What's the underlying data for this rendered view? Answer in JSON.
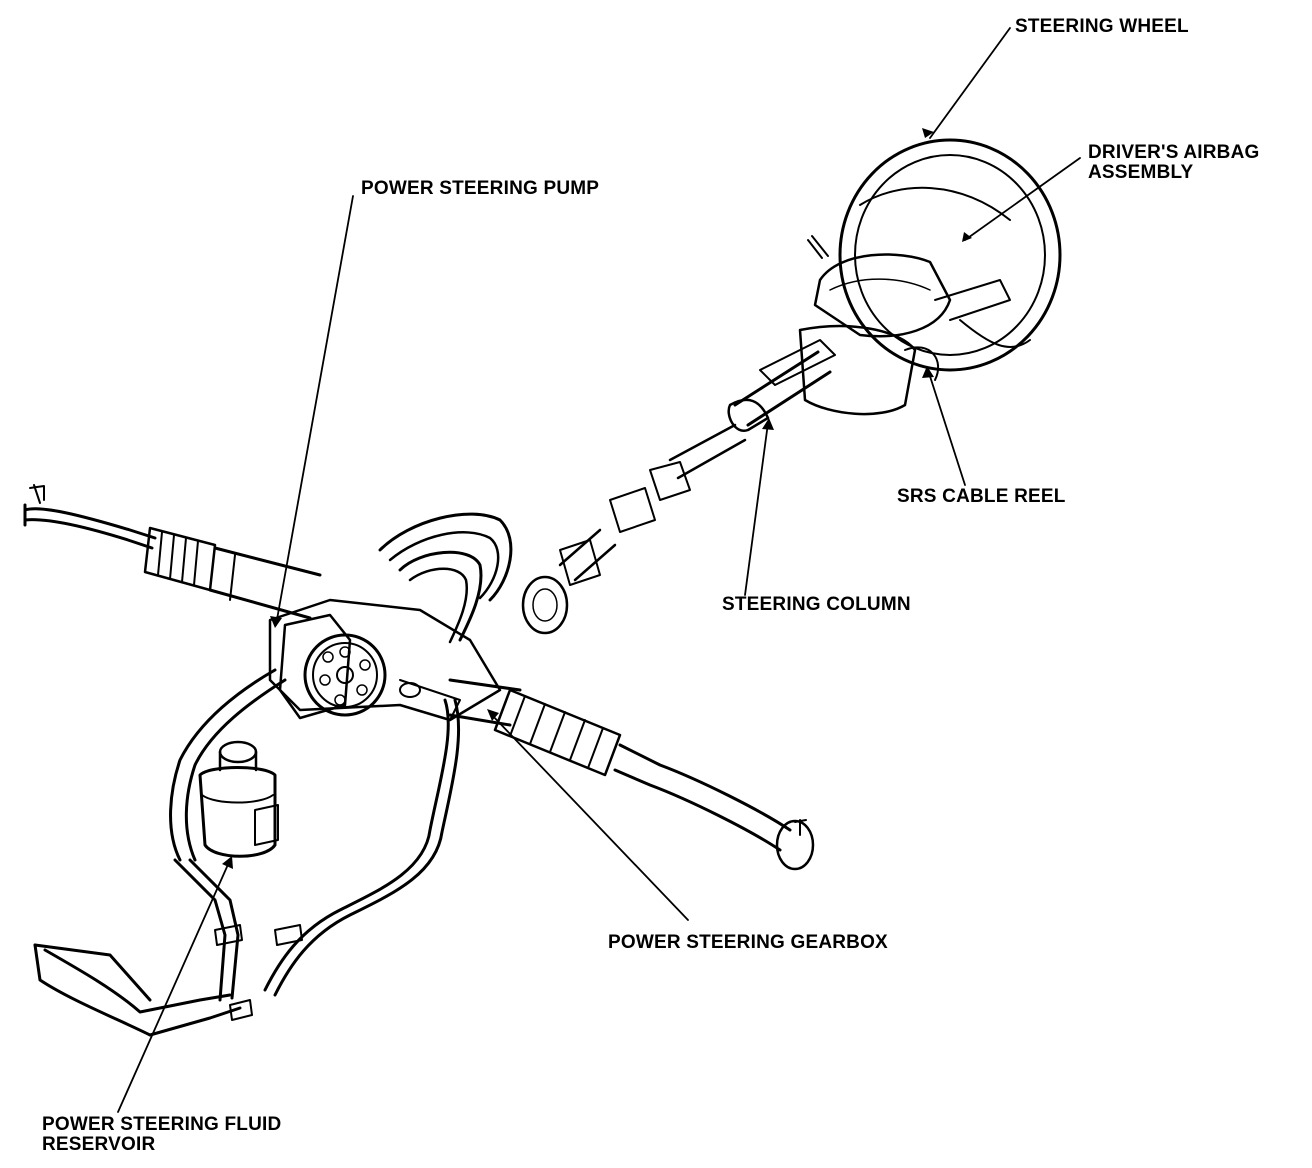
{
  "labels": {
    "steering_wheel": "STEERING WHEEL",
    "drivers_airbag_line1": "DRIVER'S AIRBAG",
    "drivers_airbag_line2": "ASSEMBLY",
    "power_steering_pump": "POWER STEERING PUMP",
    "srs_cable_reel": "SRS CABLE REEL",
    "steering_column": "STEERING COLUMN",
    "power_steering_gearbox": "POWER STEERING GEARBOX",
    "fluid_reservoir_line1": "POWER STEERING FLUID",
    "fluid_reservoir_line2": "RESERVOIR"
  },
  "colors": {
    "ink": "#000000",
    "paper": "#ffffff"
  }
}
